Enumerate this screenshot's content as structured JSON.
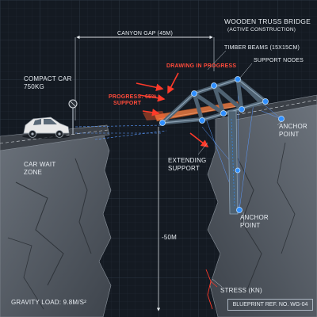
{
  "title": {
    "line1": "WOODEN TRUSS BRIDGE",
    "line2": "(ACTIVE CONSTRUCTION)"
  },
  "labels": {
    "canyon_gap": "CANYON GAP (45m)",
    "timber_beams": "TIMBER BEAMS (15x15cm)",
    "support_nodes": "SUPPORT NODES",
    "drawing_in_progress": "DRAWING IN PROGRESS",
    "progress_line1": "PROGRESS: 65%",
    "progress_line2": "SUPPORT",
    "compact_car_line1": "COMPACT CAR",
    "compact_car_line2": "750kg",
    "car_wait_line1": "CAR WAIT",
    "car_wait_line2": "ZONE",
    "extending_line1": "EXTENDING",
    "extending_line2": "SUPPORT",
    "anchor_right_line1": "ANCHOR",
    "anchor_right_line2": "POINT",
    "anchor_bottom_line1": "ANCHOR",
    "anchor_bottom_line2": "POINT",
    "depth": "-50m",
    "stress": "STRESS (kN)",
    "gravity": "GRAVITY LOAD: 9.8m/s²",
    "blueprint_ref": "BLUEPRINT REF. NO. WG-04"
  },
  "progress": {
    "support_percent": 65
  },
  "colors": {
    "background": "#141a22",
    "grid": "#2a3440",
    "rock": "#5d646d",
    "truss_steel": "#4f6272",
    "node_blue": "#2f8fff",
    "beam_wood": "#c86a3c",
    "arrow_red": "#ff3a2a",
    "car_white": "#e8e8e8",
    "road": "#3c4148"
  },
  "icons": {
    "road_sign": "round-sign-icon",
    "car": "compact-car-icon"
  }
}
